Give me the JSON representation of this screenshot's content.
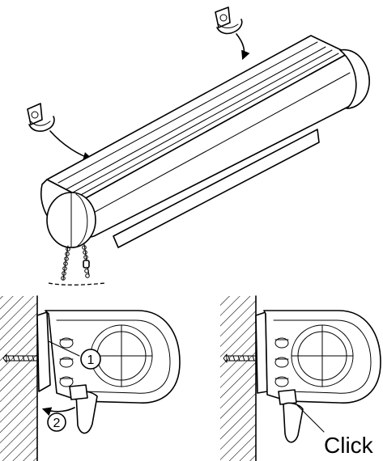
{
  "diagram": {
    "step_labels": {
      "step1": "1",
      "step2": "2"
    },
    "click_label": "Click"
  }
}
